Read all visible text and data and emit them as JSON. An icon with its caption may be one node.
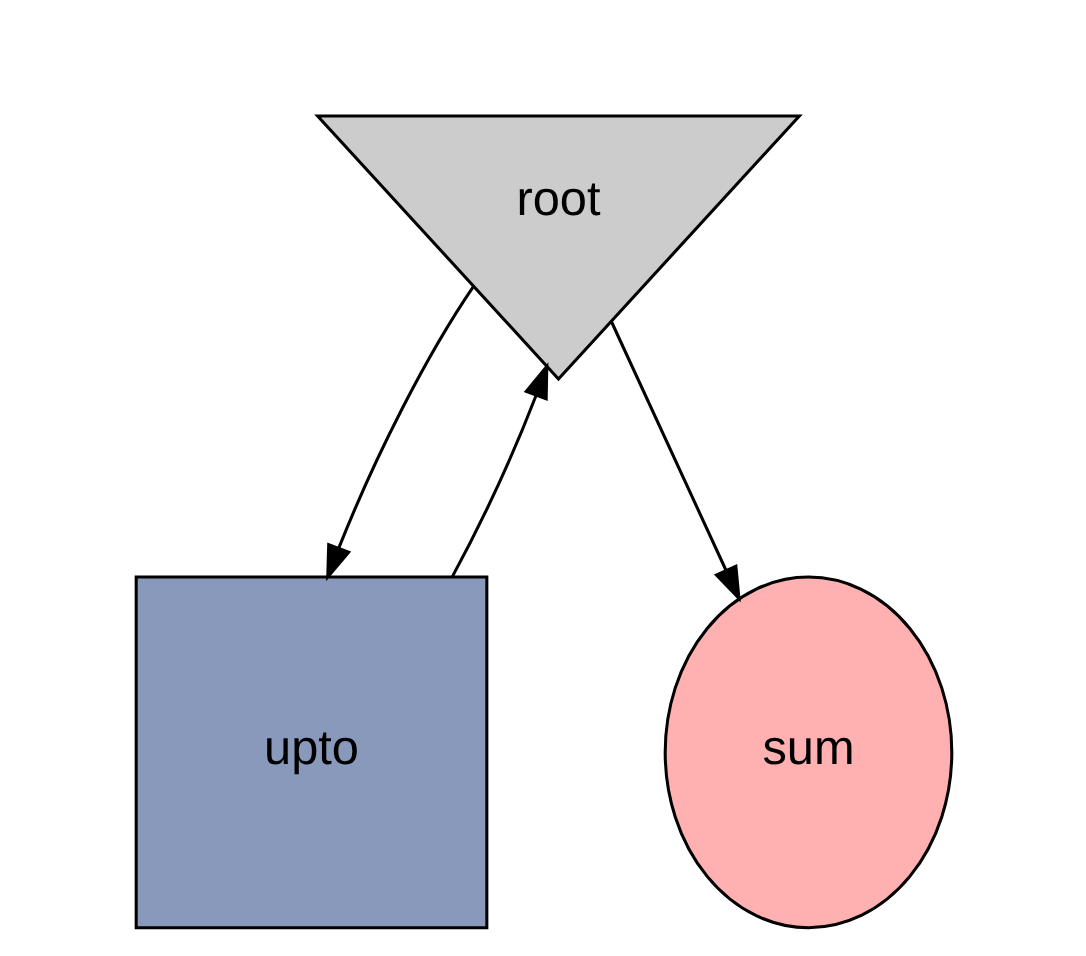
{
  "diagram": {
    "nodes": [
      {
        "text": [
          "root"
        ]
      },
      {
        "text": [
          "upto"
        ]
      },
      {
        "text": [
          "sum"
        ]
      }
    ],
    "edges": [
      {
        "from": 0,
        "to": 1,
        "arrow": "to"
      },
      {
        "from": 1,
        "to": 0,
        "arrow": "to"
      },
      {
        "from": 0,
        "to": 2,
        "arrow": "to"
      }
    ]
  }
}
